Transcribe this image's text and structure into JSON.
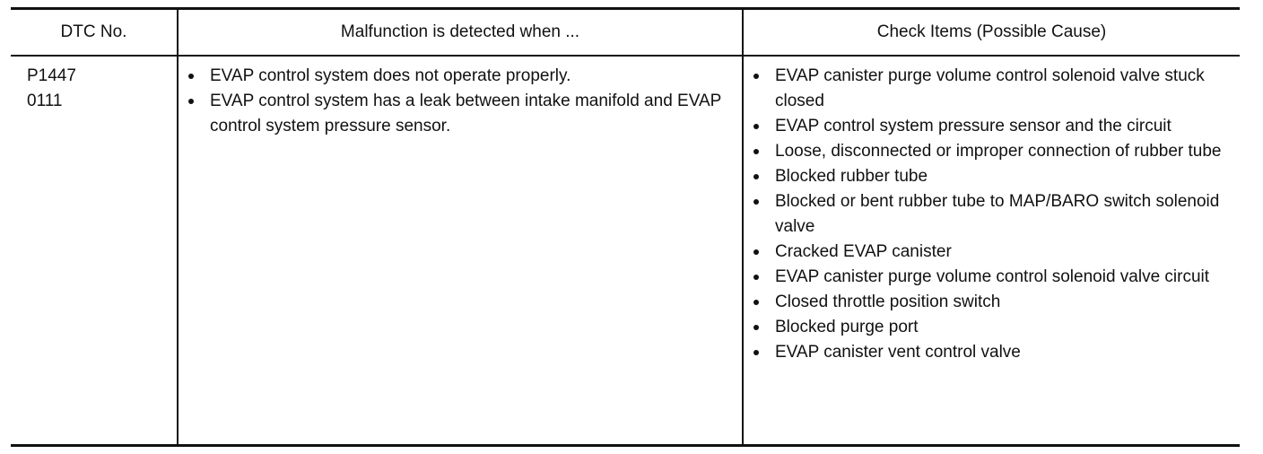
{
  "table": {
    "headers": {
      "dtc_no": "DTC No.",
      "malfunction": "Malfunction is detected when ...",
      "check_items": "Check Items (Possible Cause)"
    },
    "row": {
      "dtc_codes": [
        "P1447",
        "0111"
      ],
      "malfunction_items": [
        "EVAP control system does not operate properly.",
        "EVAP control system has a leak between intake manifold and EVAP control system pressure sensor."
      ],
      "check_items": [
        "EVAP canister purge volume control solenoid valve stuck closed",
        "EVAP control system pressure sensor and the circuit",
        "Loose, disconnected or improper connection of rubber tube",
        "Blocked rubber tube",
        "Blocked or bent rubber tube to MAP/BARO switch solenoid valve",
        "Cracked EVAP canister",
        "EVAP canister purge volume control solenoid valve circuit",
        "Closed throttle position switch",
        "Blocked purge port",
        "EVAP canister vent control valve"
      ]
    }
  }
}
